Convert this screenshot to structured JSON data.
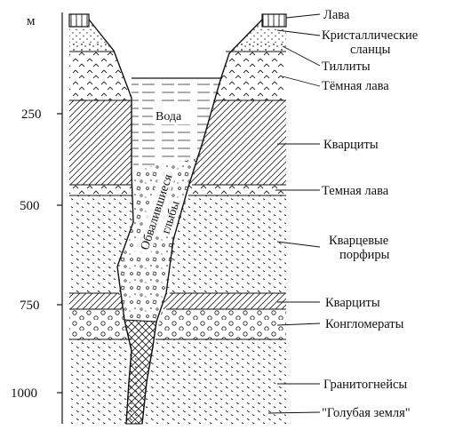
{
  "diagram": {
    "axis_unit": "м",
    "depth_ticks": [
      "250",
      "500",
      "750",
      "1000"
    ],
    "labels": {
      "lava": "Лава",
      "crystal_line1": "Кристаллические",
      "crystal_line2": "сланцы",
      "tillites": "Тиллиты",
      "dark_lava_1": "Тёмная лава",
      "quartzites_1": "Кварциты",
      "dark_lava_2": "Темная лава",
      "porphyry_line1": "Кварцевые",
      "porphyry_line2": "порфиры",
      "quartzites_2": "Кварциты",
      "conglomerates": "Конгломераты",
      "granite_gneiss": "Гранитогнейсы",
      "blue_ground": "\"Голубая земля\""
    },
    "water": "Вода",
    "debris_line1": "Обвалившиеся",
    "debris_line2": "глыбы"
  }
}
